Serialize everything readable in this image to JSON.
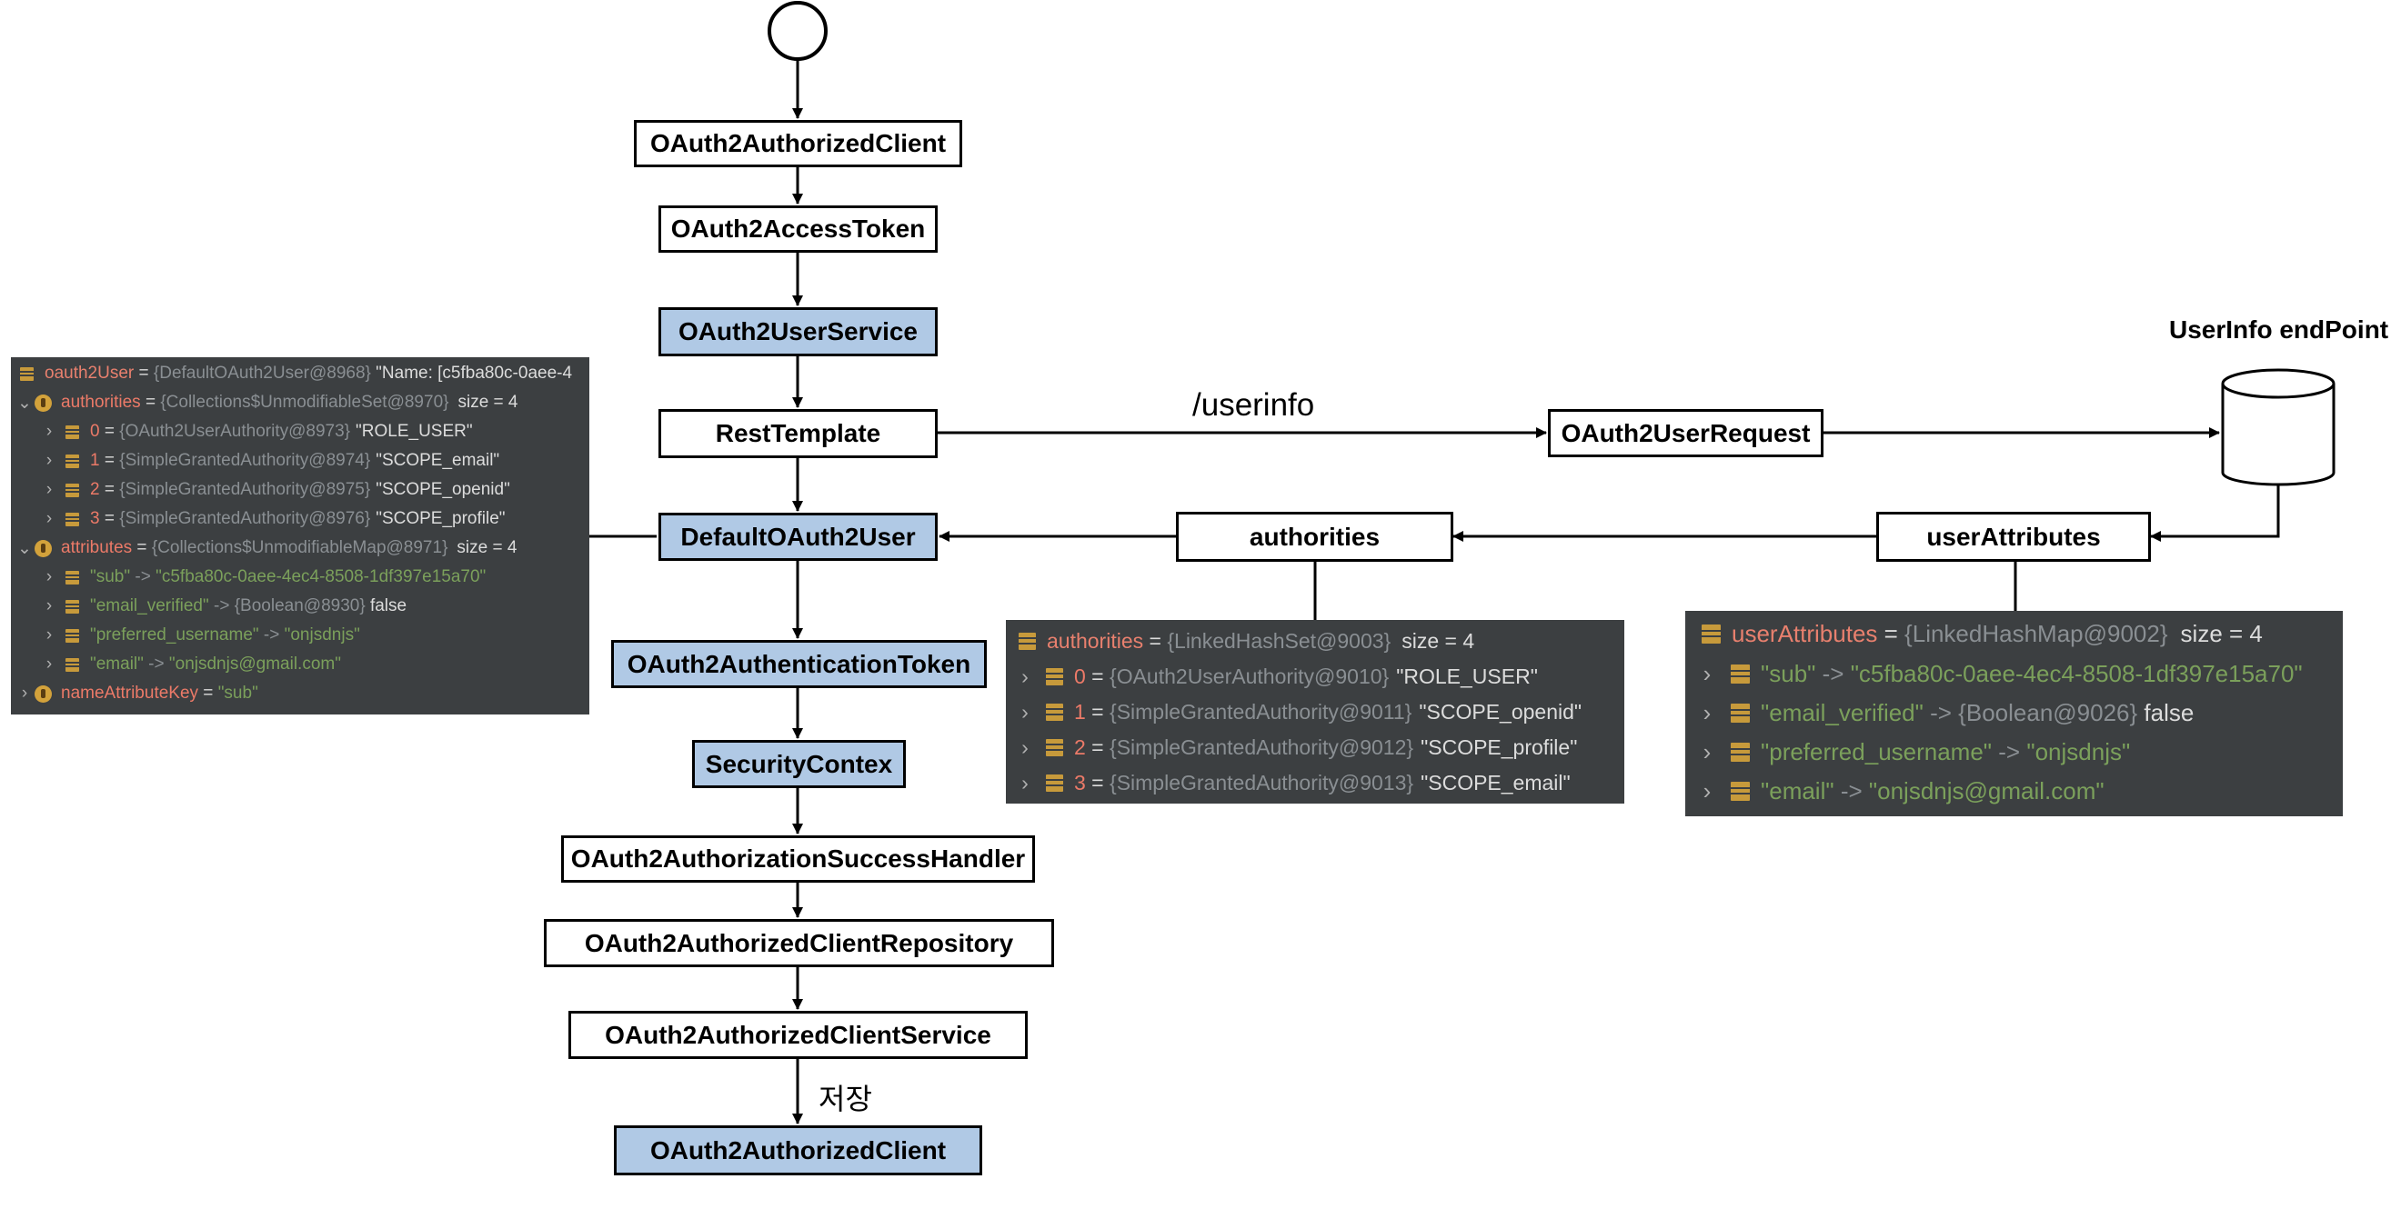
{
  "nodes": {
    "start": "",
    "authorized_client_top": "OAuth2AuthorizedClient",
    "access_token": "OAuth2AccessToken",
    "user_service": "OAuth2UserService",
    "rest_template": "RestTemplate",
    "default_user": "DefaultOAuth2User",
    "auth_token": "OAuth2AuthenticationToken",
    "security_context": "SecurityContex",
    "success_handler": "OAuth2AuthorizationSuccessHandler",
    "client_repository": "OAuth2AuthorizedClientRepository",
    "client_service": "OAuth2AuthorizedClientService",
    "authorized_client_bottom": "OAuth2AuthorizedClient",
    "user_request": "OAuth2UserRequest",
    "authorities": "authorities",
    "user_attributes": "userAttributes",
    "endpoint": "UserInfo endPoint"
  },
  "edge_labels": {
    "userinfo": "/userinfo",
    "save": "저장"
  },
  "colors": {
    "highlight_fill": "#b0c9e5",
    "panel_bg": "#3c3f41"
  },
  "debug_oauth2user": {
    "root": {
      "name": "oauth2User",
      "eq": " = ",
      "type": "{DefaultOAuth2User@8968}",
      "value": " \"Name: [c5fba80c-0aee-4"
    },
    "authorities": {
      "name": "authorities",
      "eq": " = ",
      "type": "{Collections$UnmodifiableSet@8970}",
      "size": "size = 4"
    },
    "authority_items": [
      {
        "idx": "0",
        "eq": " = ",
        "type": "{OAuth2UserAuthority@8973}",
        "value": "\"ROLE_USER\""
      },
      {
        "idx": "1",
        "eq": " = ",
        "type": "{SimpleGrantedAuthority@8974}",
        "value": "\"SCOPE_email\""
      },
      {
        "idx": "2",
        "eq": " = ",
        "type": "{SimpleGrantedAuthority@8975}",
        "value": "\"SCOPE_openid\""
      },
      {
        "idx": "3",
        "eq": " = ",
        "type": "{SimpleGrantedAuthority@8976}",
        "value": "\"SCOPE_profile\""
      }
    ],
    "attributes": {
      "name": "attributes",
      "eq": " = ",
      "type": "{Collections$UnmodifiableMap@8971}",
      "size": "size = 4"
    },
    "attribute_items": [
      {
        "key": "\"sub\"",
        "arrow": " -> ",
        "type": "",
        "value": "\"c5fba80c-0aee-4ec4-8508-1df397e15a70\""
      },
      {
        "key": "\"email_verified\"",
        "arrow": " -> ",
        "type": "{Boolean@8930}",
        "value": " false"
      },
      {
        "key": "\"preferred_username\"",
        "arrow": " -> ",
        "type": "",
        "value": "\"onjsdnjs\""
      },
      {
        "key": "\"email\"",
        "arrow": " -> ",
        "type": "",
        "value": "\"onjsdnjs@gmail.com\""
      }
    ],
    "name_attribute": {
      "name": "nameAttributeKey",
      "eq": " = ",
      "value": "\"sub\""
    }
  },
  "debug_authorities": {
    "root": {
      "name": "authorities",
      "eq": " = ",
      "type": "{LinkedHashSet@9003}",
      "size": "size = 4"
    },
    "items": [
      {
        "idx": "0",
        "eq": " = ",
        "type": "{OAuth2UserAuthority@9010}",
        "value": "\"ROLE_USER\""
      },
      {
        "idx": "1",
        "eq": " = ",
        "type": "{SimpleGrantedAuthority@9011}",
        "value": "\"SCOPE_openid\""
      },
      {
        "idx": "2",
        "eq": " = ",
        "type": "{SimpleGrantedAuthority@9012}",
        "value": "\"SCOPE_profile\""
      },
      {
        "idx": "3",
        "eq": " = ",
        "type": "{SimpleGrantedAuthority@9013}",
        "value": "\"SCOPE_email\""
      }
    ]
  },
  "debug_user_attributes": {
    "root": {
      "name": "userAttributes",
      "eq": " = ",
      "type": "{LinkedHashMap@9002}",
      "size": "size = 4"
    },
    "items": [
      {
        "key": "\"sub\"",
        "arrow": " -> ",
        "type": "",
        "value": "\"c5fba80c-0aee-4ec4-8508-1df397e15a70\""
      },
      {
        "key": "\"email_verified\"",
        "arrow": " -> ",
        "type": "{Boolean@9026}",
        "value": " false"
      },
      {
        "key": "\"preferred_username\"",
        "arrow": " -> ",
        "type": "",
        "value": "\"onjsdnjs\""
      },
      {
        "key": "\"email\"",
        "arrow": " -> ",
        "type": "",
        "value": "\"onjsdnjs@gmail.com\""
      }
    ]
  }
}
